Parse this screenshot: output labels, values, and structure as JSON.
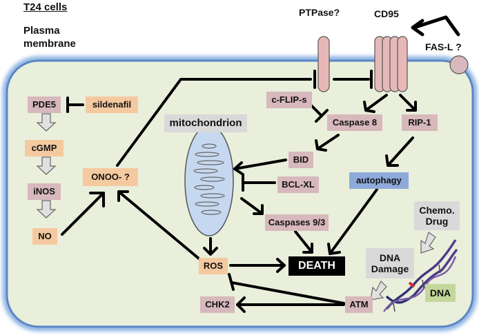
{
  "header": {
    "cell_line": "T24 cells",
    "plasma_membrane": "Plasma\nmembrane"
  },
  "receptors": {
    "ptpase": "PTPase?",
    "cd95": "CD95",
    "fasl": "FAS-L ?"
  },
  "left_pathway": {
    "pde5": "PDE5",
    "sildenafil": "sildenafil",
    "cgmp": "cGMP",
    "inos": "iNOS",
    "no": "NO",
    "onoo": "ONOO- ?"
  },
  "center": {
    "cflip": "c-FLIP-s",
    "caspase8": "Caspase 8",
    "rip1": "RIP-1",
    "mitochondrion": "mitochondrion",
    "bid": "BID",
    "bclxl": "BCL-XL",
    "caspases93": "Caspases 9/3",
    "autophagy": "autophagy",
    "ros": "ROS",
    "death": "DEATH",
    "chk2": "CHK2",
    "atm": "ATM"
  },
  "dna": {
    "chemo_drug": "Chemo.\nDrug",
    "dna_damage": "DNA\nDamage",
    "dna": "DNA"
  },
  "colors": {
    "cell_fill": "#e9efdb",
    "membrane": "#8db3e2",
    "pink_box": "#d7b8bc",
    "orange_box": "#f5c9a0",
    "blue_box": "#8eaadb",
    "gray_box": "#d9d9d9",
    "green_box": "#c4d79b",
    "death_bg": "#000000",
    "receptor_fill": "#e6b9b8"
  }
}
